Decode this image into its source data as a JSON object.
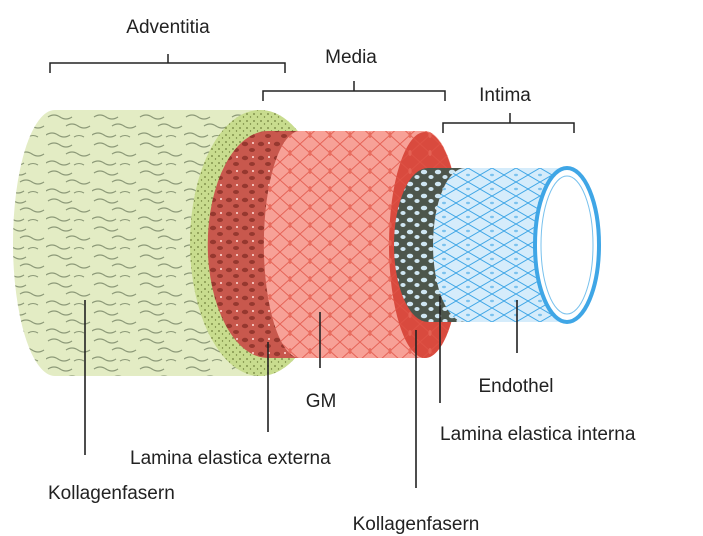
{
  "diagram": {
    "layers": {
      "adventitia": "Adventitia",
      "media": "Media",
      "intima": "Intima"
    },
    "labels": {
      "kollagen_left": "Kollagenfasern",
      "lamina_externa": "Lamina elastica externa",
      "gm": "GM",
      "kollagen_bottom": "Kollagenfasern",
      "lamina_interna": "Lamina elastica interna",
      "endothel": "Endothel"
    },
    "colors": {
      "adventitia_fill": "#e3ecc4",
      "adventitia_fiber": "#7d8a6a",
      "adventitia_rim": "#c8dc8e",
      "externa_fill": "#c8584d",
      "media_fill": "#f7a197",
      "media_line": "#e2574a",
      "interna_fill": "#4d564c",
      "interna_hole": "#cfe6f2",
      "endothel_fill": "#d5ecfb",
      "endothel_line": "#3fa6e6",
      "line": "#222222"
    }
  }
}
